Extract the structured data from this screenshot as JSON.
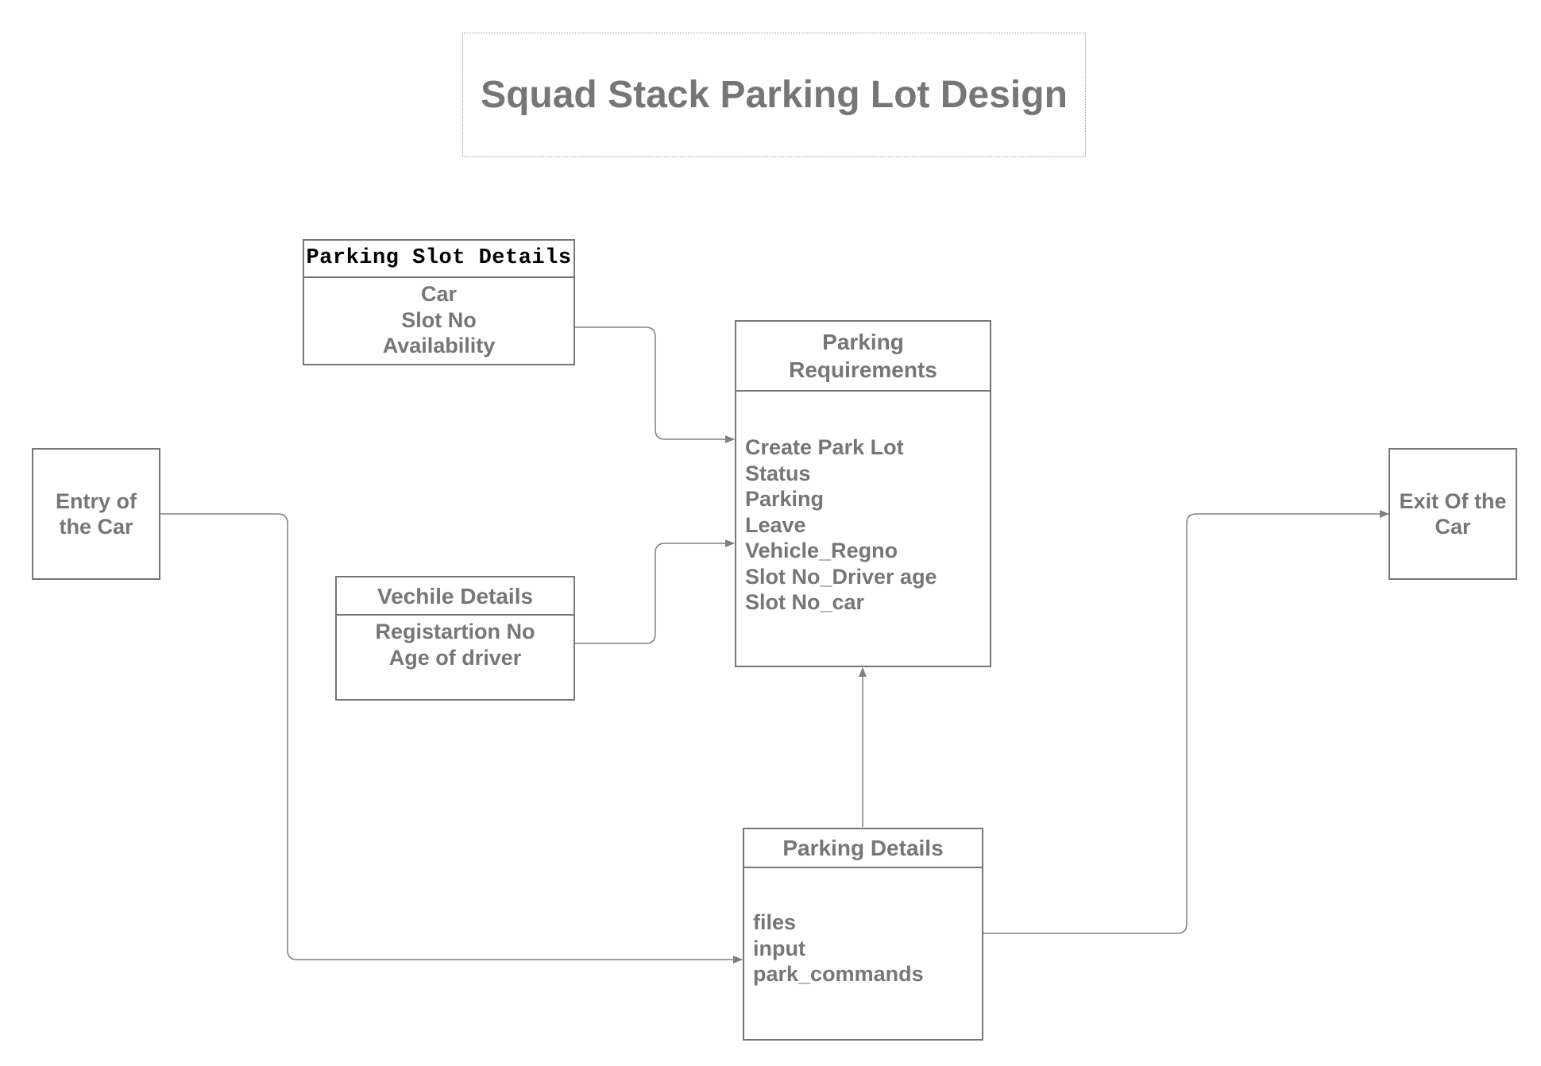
{
  "title": "Squad Stack Parking Lot Design",
  "colors": {
    "text": "#767676",
    "border": "#767676",
    "connector": "#808080",
    "mono_header": "#000000"
  },
  "parking_slot_details": {
    "header": "Parking Slot Details",
    "items": [
      "Car",
      "Slot No",
      "Availability"
    ]
  },
  "parking_requirements": {
    "header_lines": [
      "Parking",
      "Requirements"
    ],
    "items": [
      "Create Park Lot",
      "Status",
      "Parking",
      "Leave",
      "Vehicle_Regno",
      "Slot No_Driver age",
      "Slot No_car"
    ]
  },
  "entry": {
    "lines": [
      "Entry of",
      "the Car"
    ]
  },
  "exit": {
    "lines": [
      "Exit Of the",
      "Car"
    ]
  },
  "vehicle_details": {
    "header": "Vechile Details",
    "items": [
      "Registartion No",
      "Age of driver"
    ]
  },
  "parking_details": {
    "header": "Parking Details",
    "items": [
      "files",
      "input",
      "park_commands"
    ]
  }
}
